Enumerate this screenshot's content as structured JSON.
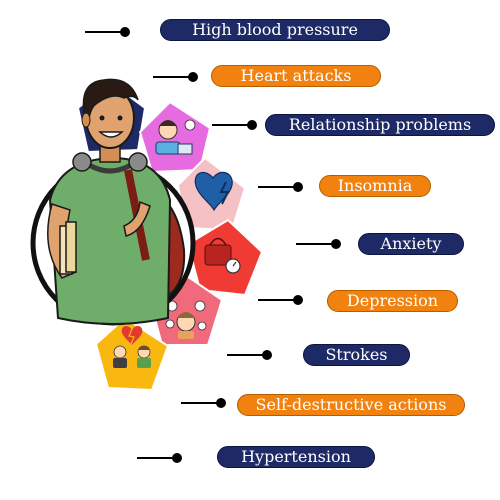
{
  "colors": {
    "navy": "#1e2a66",
    "orange": "#f2820f",
    "pentagon_navy": "#1e2a66",
    "pentagon_magenta": "#e66ae0",
    "pentagon_pink": "#f6c1c4",
    "pentagon_red": "#ef3b34",
    "pentagon_rose": "#f06a7b",
    "pentagon_yellow": "#f9b80f"
  },
  "labels": [
    {
      "text": "High blood pressure",
      "color": "navy"
    },
    {
      "text": "Heart attacks",
      "color": "orange"
    },
    {
      "text": "Relationship problems",
      "color": "navy"
    },
    {
      "text": "Insomnia",
      "color": "orange"
    },
    {
      "text": "Anxiety",
      "color": "navy"
    },
    {
      "text": "Depression",
      "color": "orange"
    },
    {
      "text": "Strokes",
      "color": "navy"
    },
    {
      "text": "Self-destructive actions",
      "color": "orange"
    },
    {
      "text": "Hypertension",
      "color": "navy"
    }
  ],
  "icons": [
    "person-with-monitor-icon",
    "heart-with-lightning-icon",
    "blood-pressure-gauge-icon",
    "confused-person-icon",
    "broken-heart-couple-icon"
  ]
}
